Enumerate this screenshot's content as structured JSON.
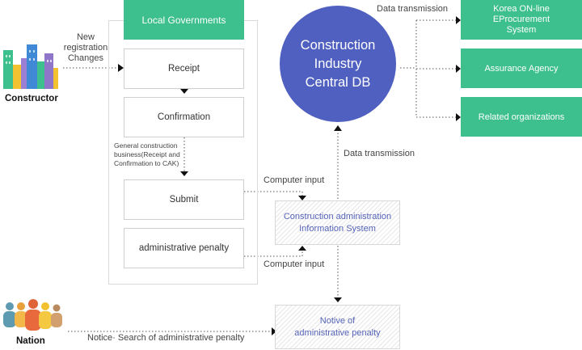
{
  "local_governments": {
    "title": "Local Governments",
    "steps": [
      "Receipt",
      "Confirmation",
      "Submit",
      "administrative penalty"
    ],
    "note": "General construction business(Receipt and Confirmation to CAK)"
  },
  "constructor": {
    "label": "Constructor",
    "flow_label": [
      "New",
      "registration",
      "Changes"
    ]
  },
  "central_db": {
    "label": [
      "Construction",
      "Industry",
      "Central DB"
    ]
  },
  "recipients": {
    "header": "Data transmission",
    "items": [
      "Korea ON-line EProcurement System",
      "Assurance Agency",
      "Related organizations"
    ]
  },
  "info_system": {
    "label": [
      "Construction administration",
      "Information System"
    ],
    "input_label_top": "Computer input",
    "input_label_bottom": "Computer input",
    "transmission_label": "Data transmission"
  },
  "notice_box": {
    "label": [
      "Notive of",
      "administrative penalty"
    ]
  },
  "nation": {
    "label": "Nation",
    "flow_label": "Notice· Search of administrative penalty"
  },
  "colors": {
    "green": "#3dbf8e",
    "db_blue": "#4f60c0",
    "system_text": "#5564b8"
  }
}
